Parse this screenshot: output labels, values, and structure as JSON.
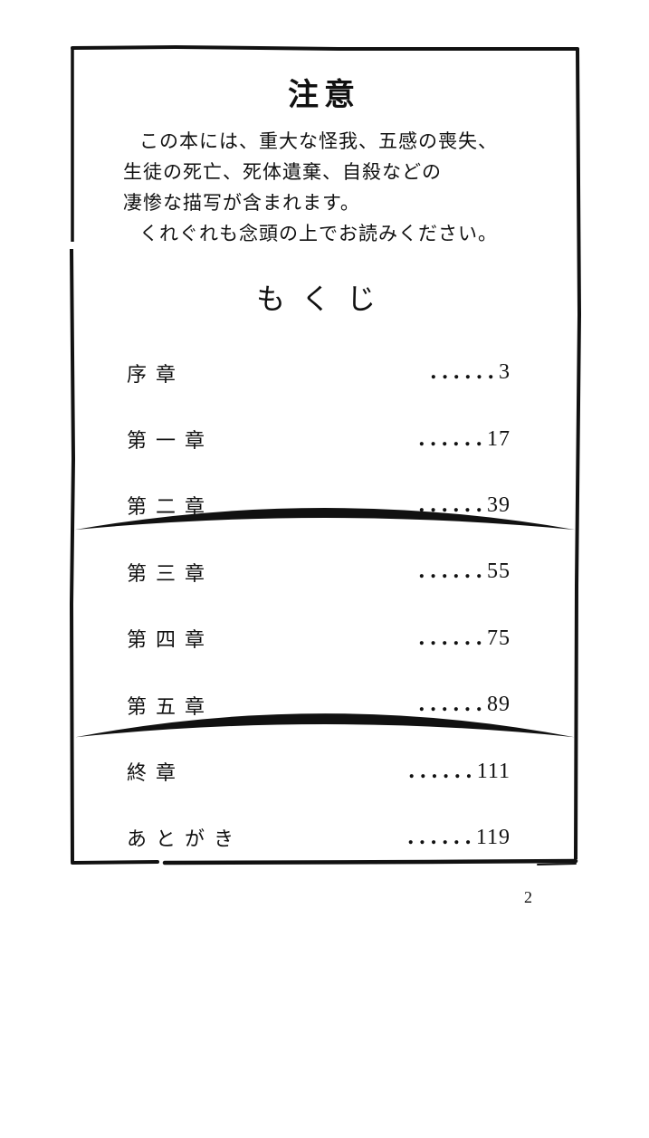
{
  "notice": {
    "title": "注意",
    "lines": [
      "この本には、重大な怪我、五感の喪失、",
      "生徒の死亡、死体遺棄、自殺などの",
      "凄惨な描写が含まれます。",
      "くれぐれも念頭の上でお読みください。"
    ]
  },
  "toc": {
    "title": "もくじ",
    "leader": "......",
    "entries": [
      {
        "title": "序章",
        "page": "3"
      },
      {
        "title": "第一章",
        "page": "17"
      },
      {
        "title": "第二章",
        "page": "39"
      },
      {
        "title": "第三章",
        "page": "55"
      },
      {
        "title": "第四章",
        "page": "75"
      },
      {
        "title": "第五章",
        "page": "89"
      },
      {
        "title": "終章",
        "page": "111"
      },
      {
        "title": "あとがき",
        "page": "119"
      }
    ]
  },
  "footer": {
    "page_number": "2"
  },
  "colors": {
    "ink": "#111111",
    "paper": "#ffffff"
  }
}
